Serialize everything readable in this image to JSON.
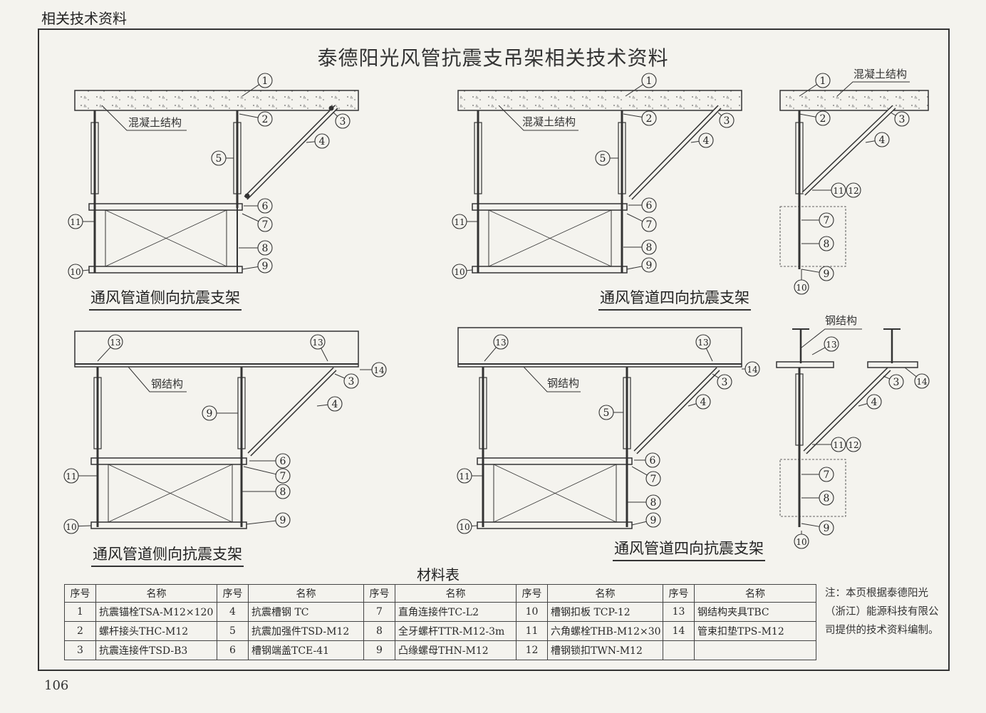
{
  "header": "相关技术资料",
  "title": "泰德阳光风管抗震支吊架相关技术资料",
  "labels": {
    "concrete": "混凝土结构",
    "steel": "钢结构"
  },
  "captions": {
    "lateral": "通风管道侧向抗震支架",
    "fourway": "通风管道四向抗震支架"
  },
  "materials": {
    "title": "材料表",
    "col_no": "序号",
    "col_name": "名称",
    "rows": [
      [
        {
          "no": "1",
          "name": "抗震锚栓TSA-M12×120"
        },
        {
          "no": "4",
          "name": "抗震槽钢 TC"
        },
        {
          "no": "7",
          "name": "直角连接件TC-L2"
        },
        {
          "no": "10",
          "name": "槽钢扣板 TCP-12"
        },
        {
          "no": "13",
          "name": "钢结构夹具TBC"
        }
      ],
      [
        {
          "no": "2",
          "name": "螺杆接头THC-M12"
        },
        {
          "no": "5",
          "name": "抗震加强件TSD-M12"
        },
        {
          "no": "8",
          "name": "全牙螺杆TTR-M12-3m"
        },
        {
          "no": "11",
          "name": "六角螺栓THB-M12×30"
        },
        {
          "no": "14",
          "name": "管束扣垫TPS-M12"
        }
      ],
      [
        {
          "no": "3",
          "name": "抗震连接件TSD-B3"
        },
        {
          "no": "6",
          "name": "槽钢端盖TCE-41"
        },
        {
          "no": "9",
          "name": "凸缘螺母THN-M12"
        },
        {
          "no": "12",
          "name": "槽钢锁扣TWN-M12"
        },
        {
          "no": "",
          "name": ""
        }
      ]
    ]
  },
  "note": "注：本页根据泰德阳光（浙江）能源科技有限公司提供的技术资料编制。",
  "page_number": "106"
}
